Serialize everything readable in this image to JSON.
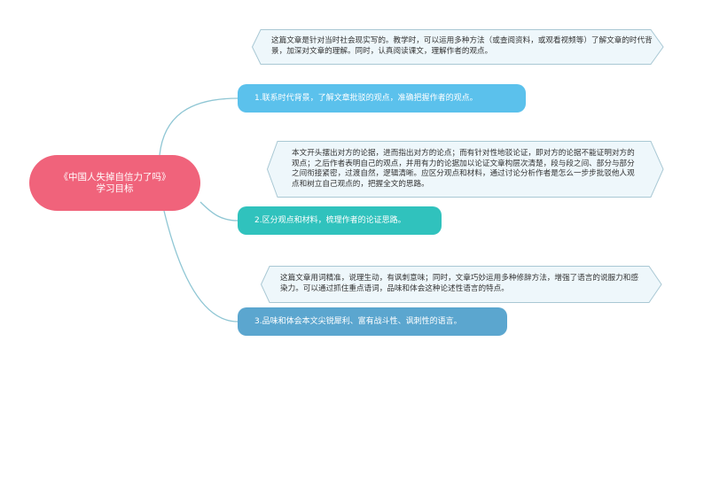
{
  "root": {
    "line1": "《中国人失掉自信力了吗》",
    "line2": "学习目标"
  },
  "branches": [
    {
      "label": "1.联系时代背景，了解文章批驳的观点，准确把握作者的观点。",
      "note": "这篇文章是针对当时社会现实写的。教学时，可以运用多种方法（或查阅资料，或观看视频等）了解文章的时代背景，加深对文章的理解。同时，认真阅读课文，理解作者的观点。"
    },
    {
      "label": "2.区分观点和材料，梳理作者的论证思路。",
      "note": "本文开头摆出对方的论据，进而指出对方的论点；而有针对性地驳论证，即对方的论据不能证明对方的观点；之后作者表明自己的观点，并用有力的论据加以论证文章构层次清楚，段与段之间、部分与部分之间衔接紧密，过渡自然，逻辑清晰。应区分观点和材料，通过讨论分析作者是怎么一步步批驳他人观点和树立自己观点的，把握全文的思路。"
    },
    {
      "label": "3.品味和体会本文尖锐犀利、富有战斗性、讽刺性的语言。",
      "note": "这篇文章用词精准，说理生动，有讽刺意味；同时，文章巧妙运用多种修辞方法，增强了语言的说服力和感染力。可以通过抓住重点语词，品味和体会这种论述性语言的特点。"
    }
  ],
  "colors": {
    "root": "#f0637b",
    "branch1": "#5bc1ec",
    "branch2": "#30c2bd",
    "branch3": "#5ba6cf",
    "connector": "#8fc6d4",
    "note_fill": "#eef7fb",
    "note_border": "#a9c8d4"
  }
}
